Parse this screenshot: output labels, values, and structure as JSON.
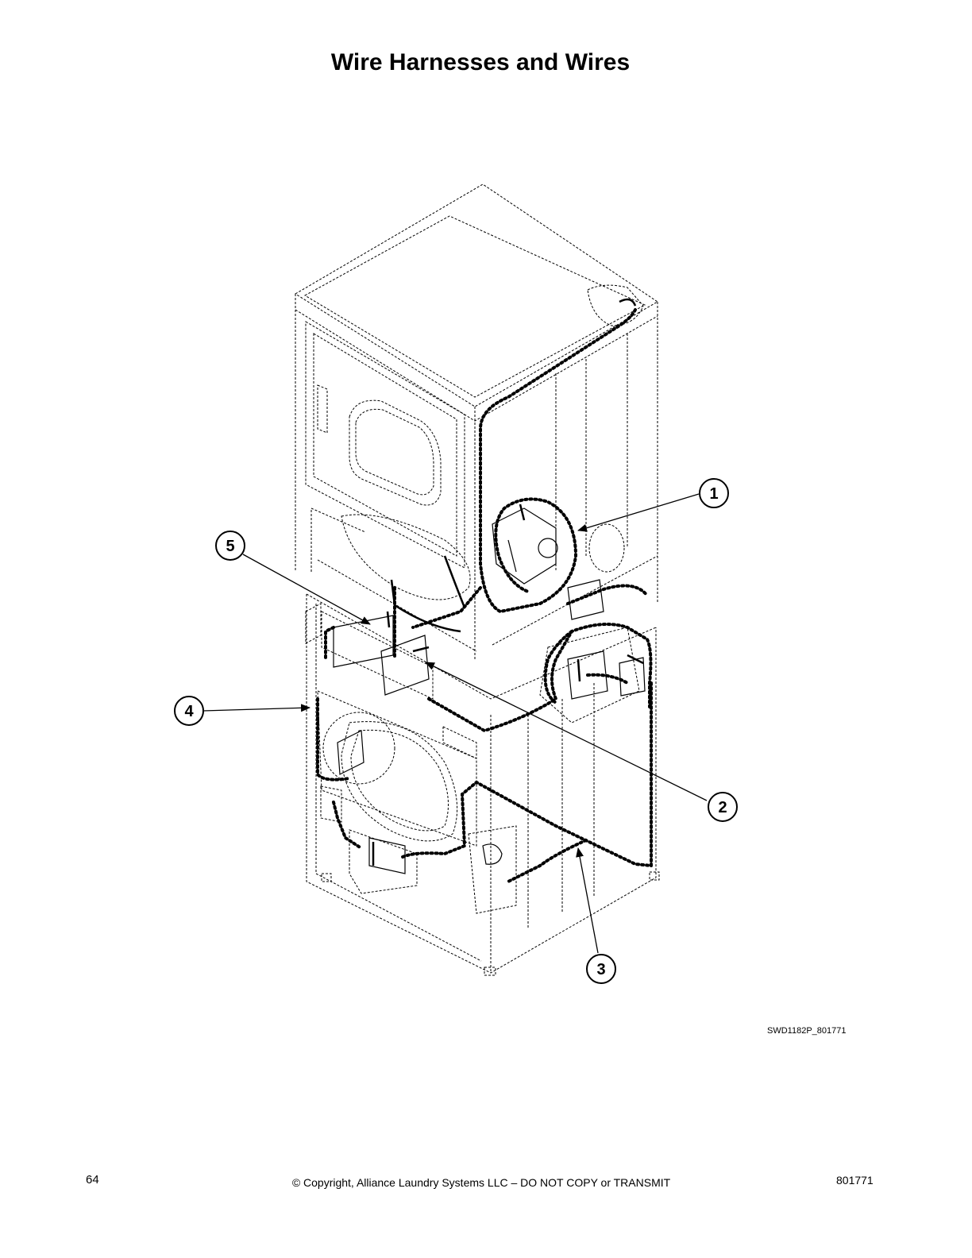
{
  "page": {
    "title": "Wire Harnesses and Wires",
    "drawing_code": "SWD1182P_801771",
    "page_number": "64",
    "copyright": "© Copyright, Alliance Laundry Systems LLC – DO NOT COPY or TRANSMIT",
    "document_number": "801771"
  },
  "callouts": [
    "1",
    "2",
    "3",
    "4",
    "5"
  ],
  "colors": {
    "ink": "#000000",
    "paper": "#ffffff"
  }
}
